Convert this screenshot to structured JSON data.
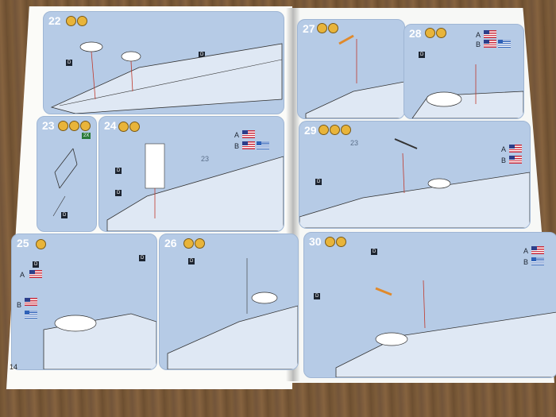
{
  "page": {
    "number": "14"
  },
  "steps": [
    "22",
    "23",
    "24",
    "25",
    "26",
    "27",
    "28",
    "29",
    "30"
  ],
  "markings": {
    "a": "A",
    "b": "B",
    "d": "D",
    "twox": "2X"
  },
  "counts": {
    "step23_inner": "23"
  },
  "colors": {
    "panel": "#b6cbe6",
    "paint_chip": "#e8b43a",
    "part_tag": "#1c2430",
    "table": "#7a5a37"
  }
}
